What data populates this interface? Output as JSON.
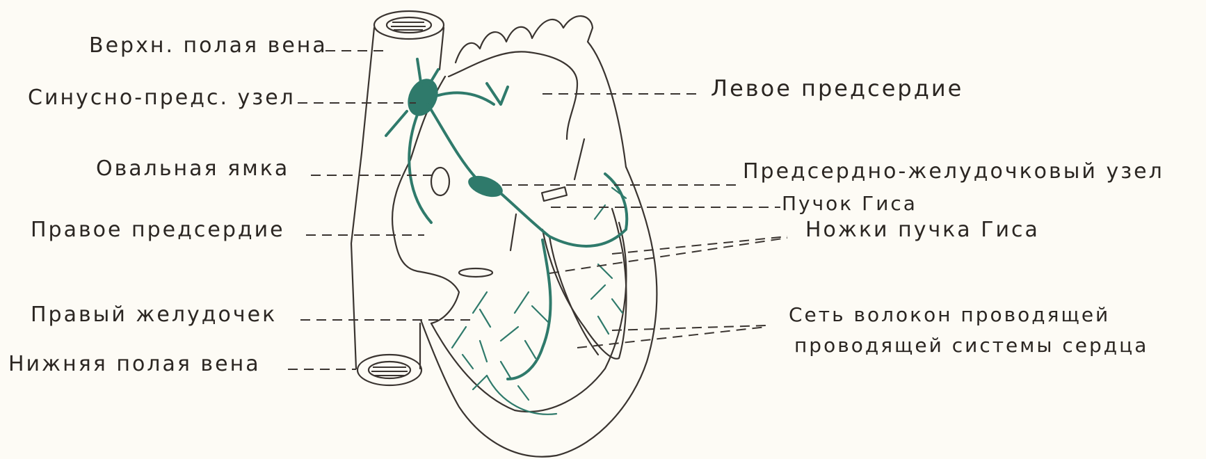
{
  "labels": {
    "superior_vena_cava": "Верхн. полая вена",
    "sinoatrial_node": "Синусно-предс. узел",
    "fossa_ovalis": "Овальная ямка",
    "right_atrium": "Правое предсердие",
    "right_ventricle": "Правый желудочек",
    "inferior_vena_cava": "Нижняя полая вена",
    "left_atrium": "Левое предсердие",
    "av_node": "Предсердно-желудочковый узел",
    "bundle_of_his": "Пучок Гиса",
    "bundle_branches": "Ножки пучка Гиса",
    "network_line1": "Сеть волокон проводящей",
    "network_line2": "проводящей системы сердца"
  },
  "colors": {
    "background": "#fdfbf5",
    "ink": "#3a3430",
    "conduction": "#2f7a6b"
  }
}
